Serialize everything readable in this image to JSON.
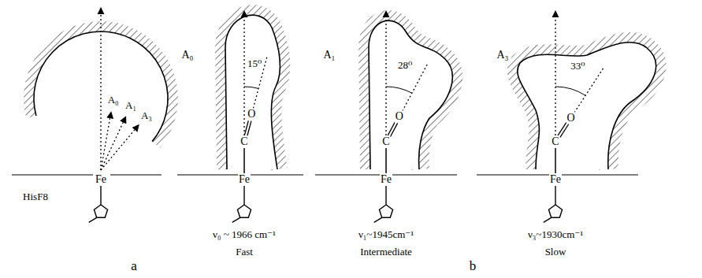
{
  "diagram": {
    "labels": [
      "A₀",
      "A₁",
      "A₃",
      "HisF8",
      "Fe",
      "A₀",
      "15⁰",
      "O",
      "C",
      "Fe",
      "ν₀ ~ 1966 cm⁻¹",
      "Fast",
      "A₁",
      "28⁰",
      "O",
      "C",
      "Fe",
      "ν₁~1945cm⁻¹",
      "Intermediate",
      "A₃",
      "33⁰",
      "O",
      "C",
      "Fe",
      "ν₃~1930cm⁻¹",
      "Slow",
      "a",
      "b"
    ]
  }
}
